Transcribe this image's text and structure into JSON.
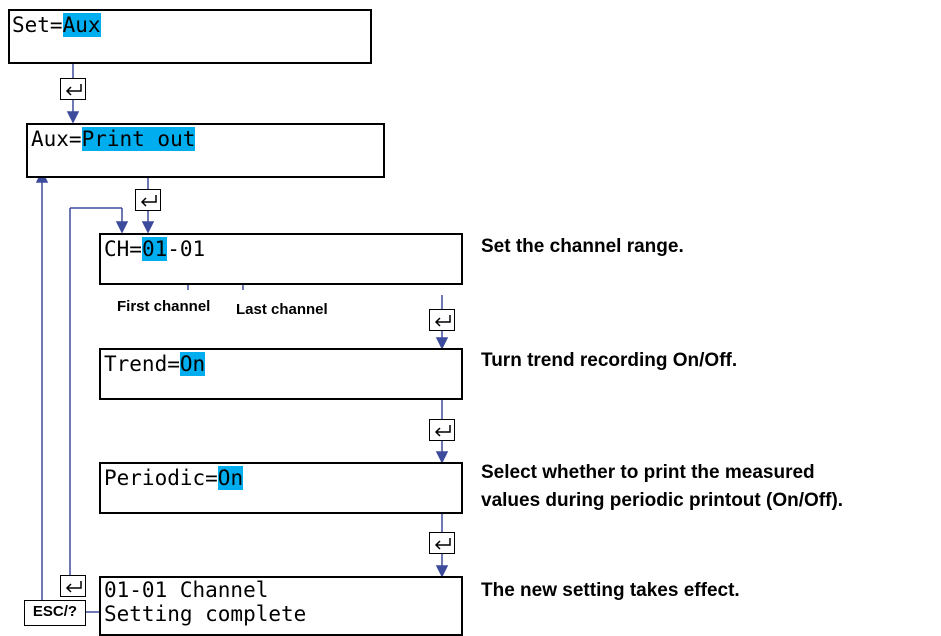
{
  "screen_set": {
    "label": "Set=",
    "value": "Aux"
  },
  "screen_aux": {
    "label": "Aux=",
    "value": "Print out"
  },
  "screen_ch": {
    "label": "CH=",
    "first": "01",
    "sep": "-",
    "last": "01"
  },
  "channel_labels": {
    "first": "First channel",
    "last": "Last channel"
  },
  "screen_trend": {
    "label": "Trend=",
    "value": "On"
  },
  "screen_periodic": {
    "label": "Periodic=",
    "value": "On"
  },
  "screen_complete": {
    "line1": "01-01 Channel",
    "line2": "Setting complete"
  },
  "descriptions": {
    "ch": "Set the channel range.",
    "trend": "Turn trend recording On/Off.",
    "periodic_1": "Select whether to print the measured",
    "periodic_2": "values during periodic printout (On/Off).",
    "complete": "The new setting takes effect."
  },
  "keys": {
    "esc": "ESC/?",
    "enter": "enter-key-icon"
  },
  "colors": {
    "highlight": "#00aeef",
    "arrow": "#3d4b9c"
  }
}
